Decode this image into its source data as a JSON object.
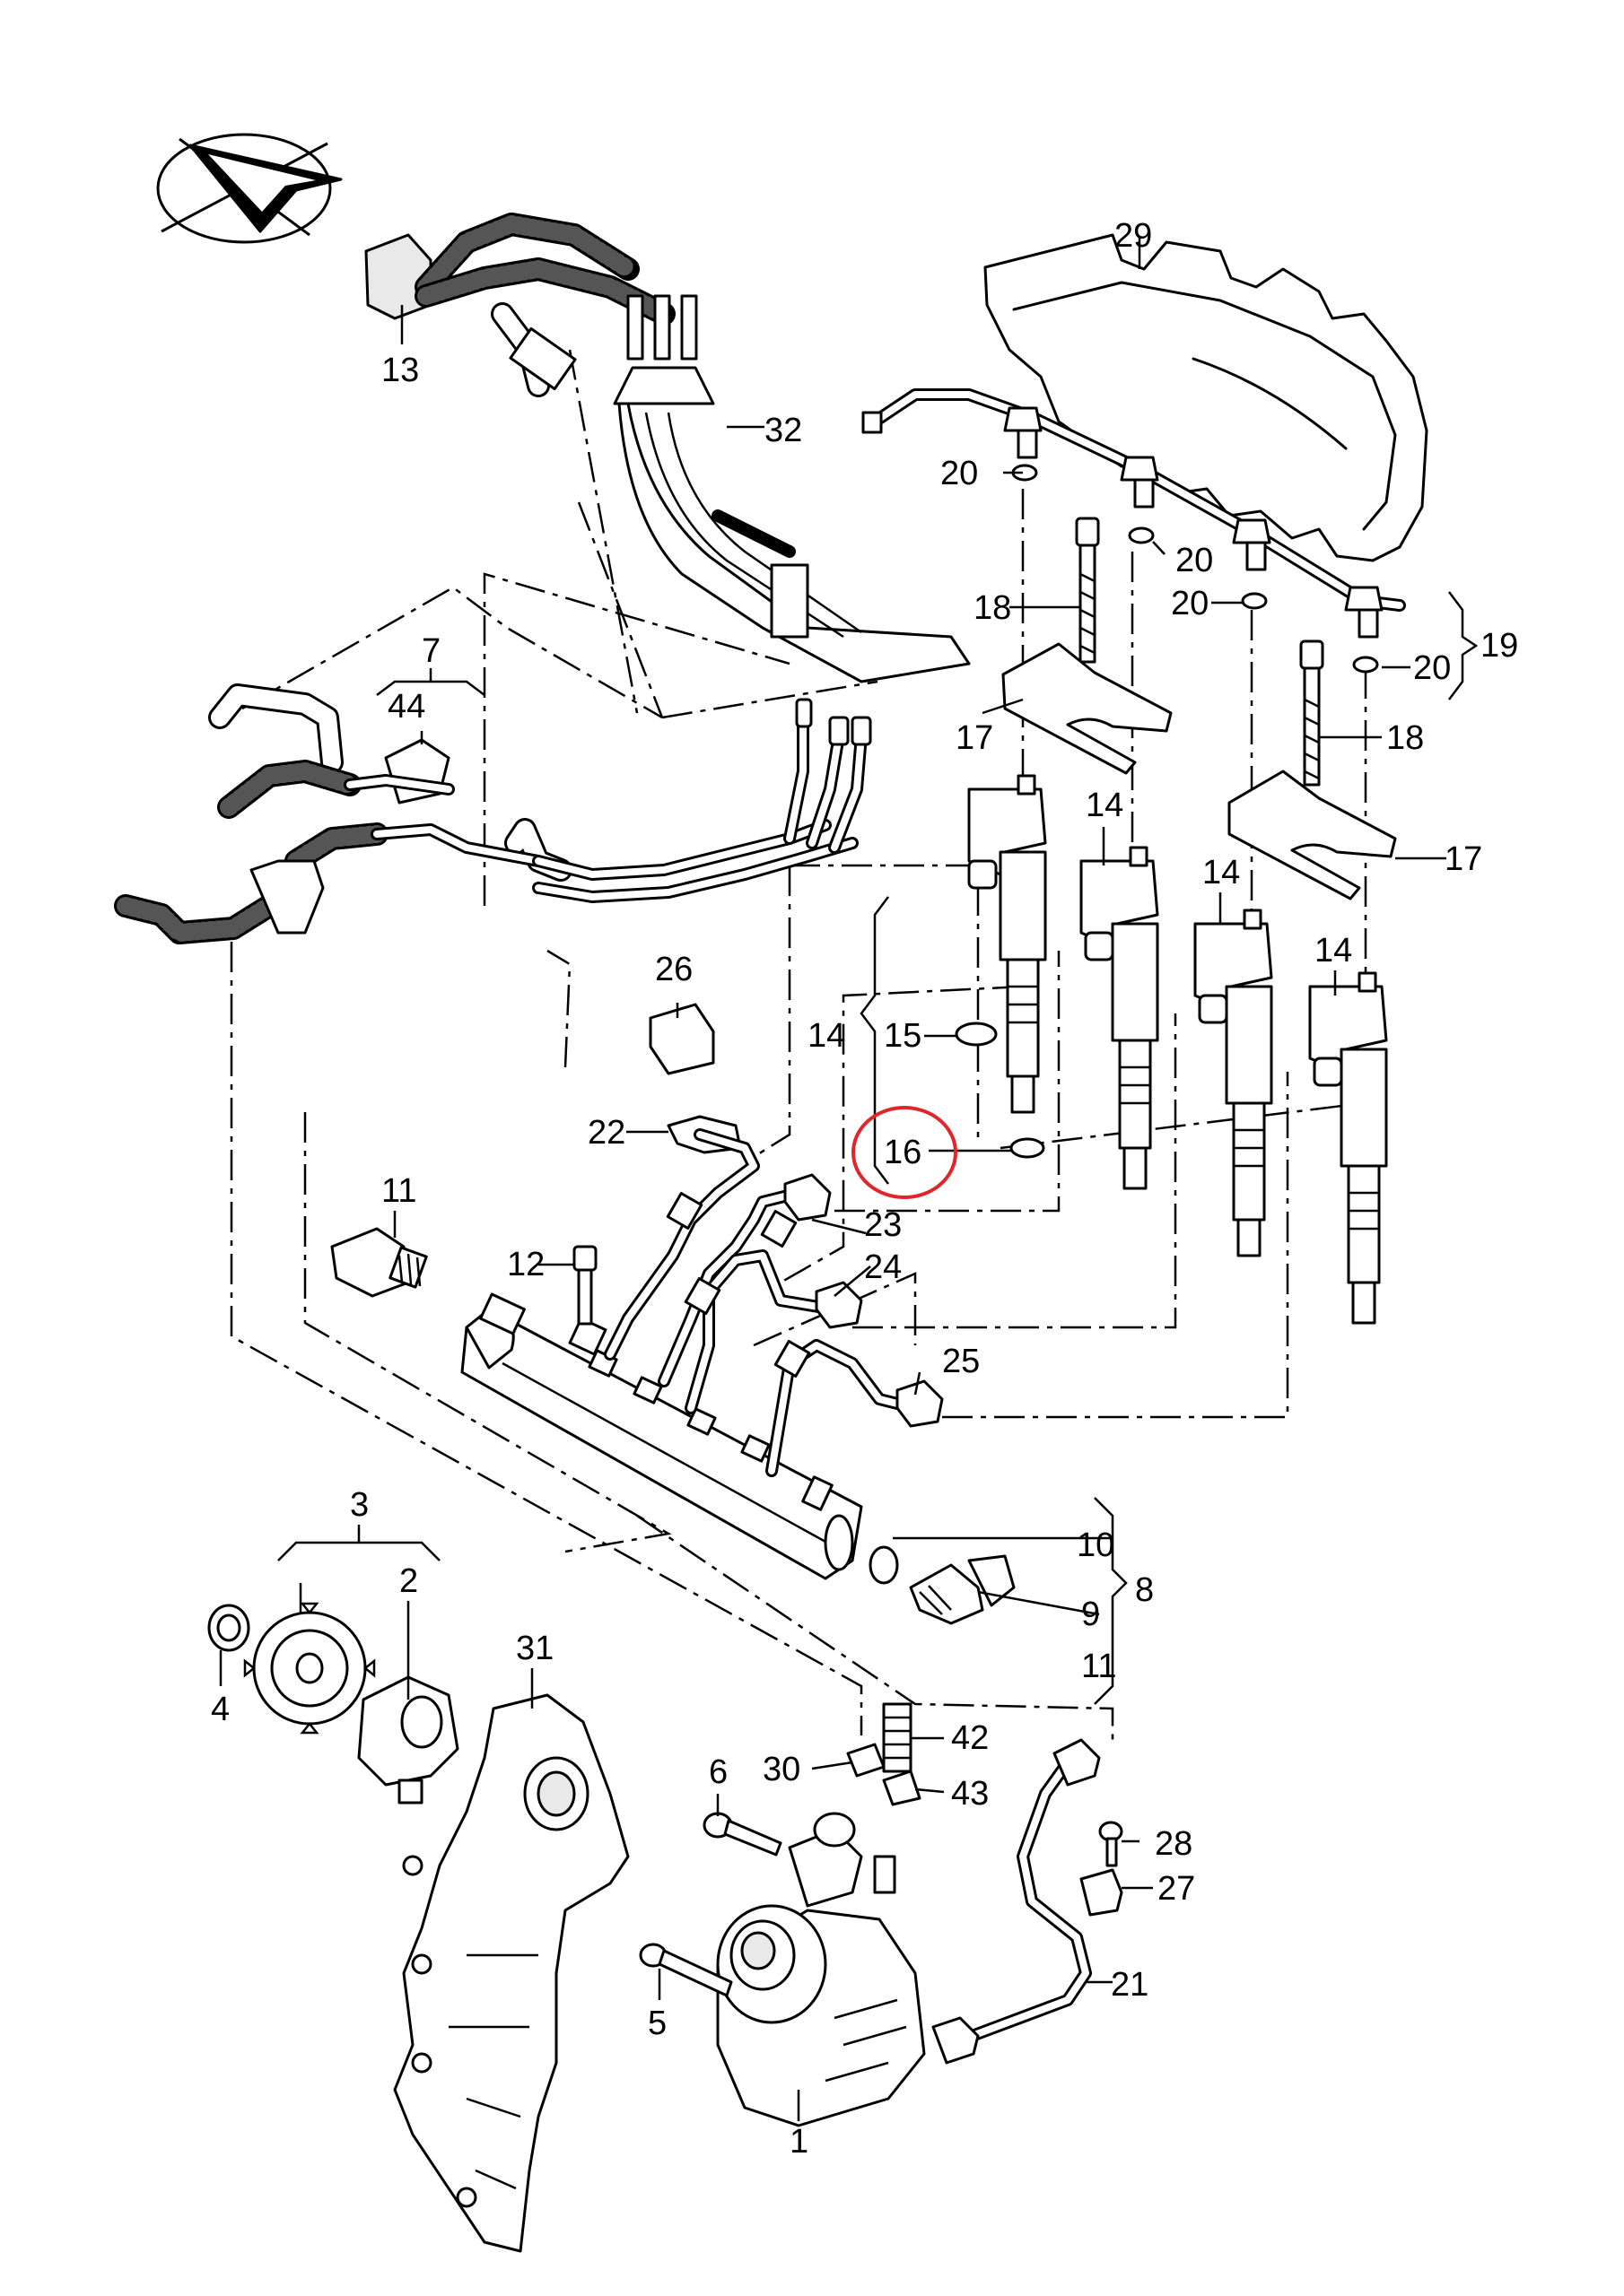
{
  "callouts": [
    {
      "id": "c1",
      "text": "1"
    },
    {
      "id": "c2",
      "text": "2"
    },
    {
      "id": "c3",
      "text": "3"
    },
    {
      "id": "c4",
      "text": "4"
    },
    {
      "id": "c5",
      "text": "5"
    },
    {
      "id": "c6",
      "text": "6"
    },
    {
      "id": "c7",
      "text": "7"
    },
    {
      "id": "c8",
      "text": "8"
    },
    {
      "id": "c9",
      "text": "9"
    },
    {
      "id": "c10",
      "text": "10"
    },
    {
      "id": "c11a",
      "text": "11"
    },
    {
      "id": "c11b",
      "text": "11"
    },
    {
      "id": "c12",
      "text": "12"
    },
    {
      "id": "c13",
      "text": "13"
    },
    {
      "id": "c14a",
      "text": "14"
    },
    {
      "id": "c14b",
      "text": "14"
    },
    {
      "id": "c14c",
      "text": "14"
    },
    {
      "id": "c14d",
      "text": "14"
    },
    {
      "id": "c15",
      "text": "15"
    },
    {
      "id": "c16",
      "text": "16"
    },
    {
      "id": "c17a",
      "text": "17"
    },
    {
      "id": "c17b",
      "text": "17"
    },
    {
      "id": "c18a",
      "text": "18"
    },
    {
      "id": "c18b",
      "text": "18"
    },
    {
      "id": "c19",
      "text": "19"
    },
    {
      "id": "c20a",
      "text": "20"
    },
    {
      "id": "c20b",
      "text": "20"
    },
    {
      "id": "c20c",
      "text": "20"
    },
    {
      "id": "c20d",
      "text": "20"
    },
    {
      "id": "c21",
      "text": "21"
    },
    {
      "id": "c22",
      "text": "22"
    },
    {
      "id": "c23",
      "text": "23"
    },
    {
      "id": "c24",
      "text": "24"
    },
    {
      "id": "c25",
      "text": "25"
    },
    {
      "id": "c26",
      "text": "26"
    },
    {
      "id": "c27",
      "text": "27"
    },
    {
      "id": "c28",
      "text": "28"
    },
    {
      "id": "c29",
      "text": "29"
    },
    {
      "id": "c30",
      "text": "30"
    },
    {
      "id": "c31",
      "text": "31"
    },
    {
      "id": "c32",
      "text": "32"
    },
    {
      "id": "c42",
      "text": "42"
    },
    {
      "id": "c43",
      "text": "43"
    },
    {
      "id": "c44",
      "text": "44"
    }
  ],
  "highlight": {
    "callout": "16",
    "color": "#e0262b"
  },
  "colors": {
    "line": "#000000",
    "background": "#ffffff",
    "shading": "#e9e9e9"
  }
}
